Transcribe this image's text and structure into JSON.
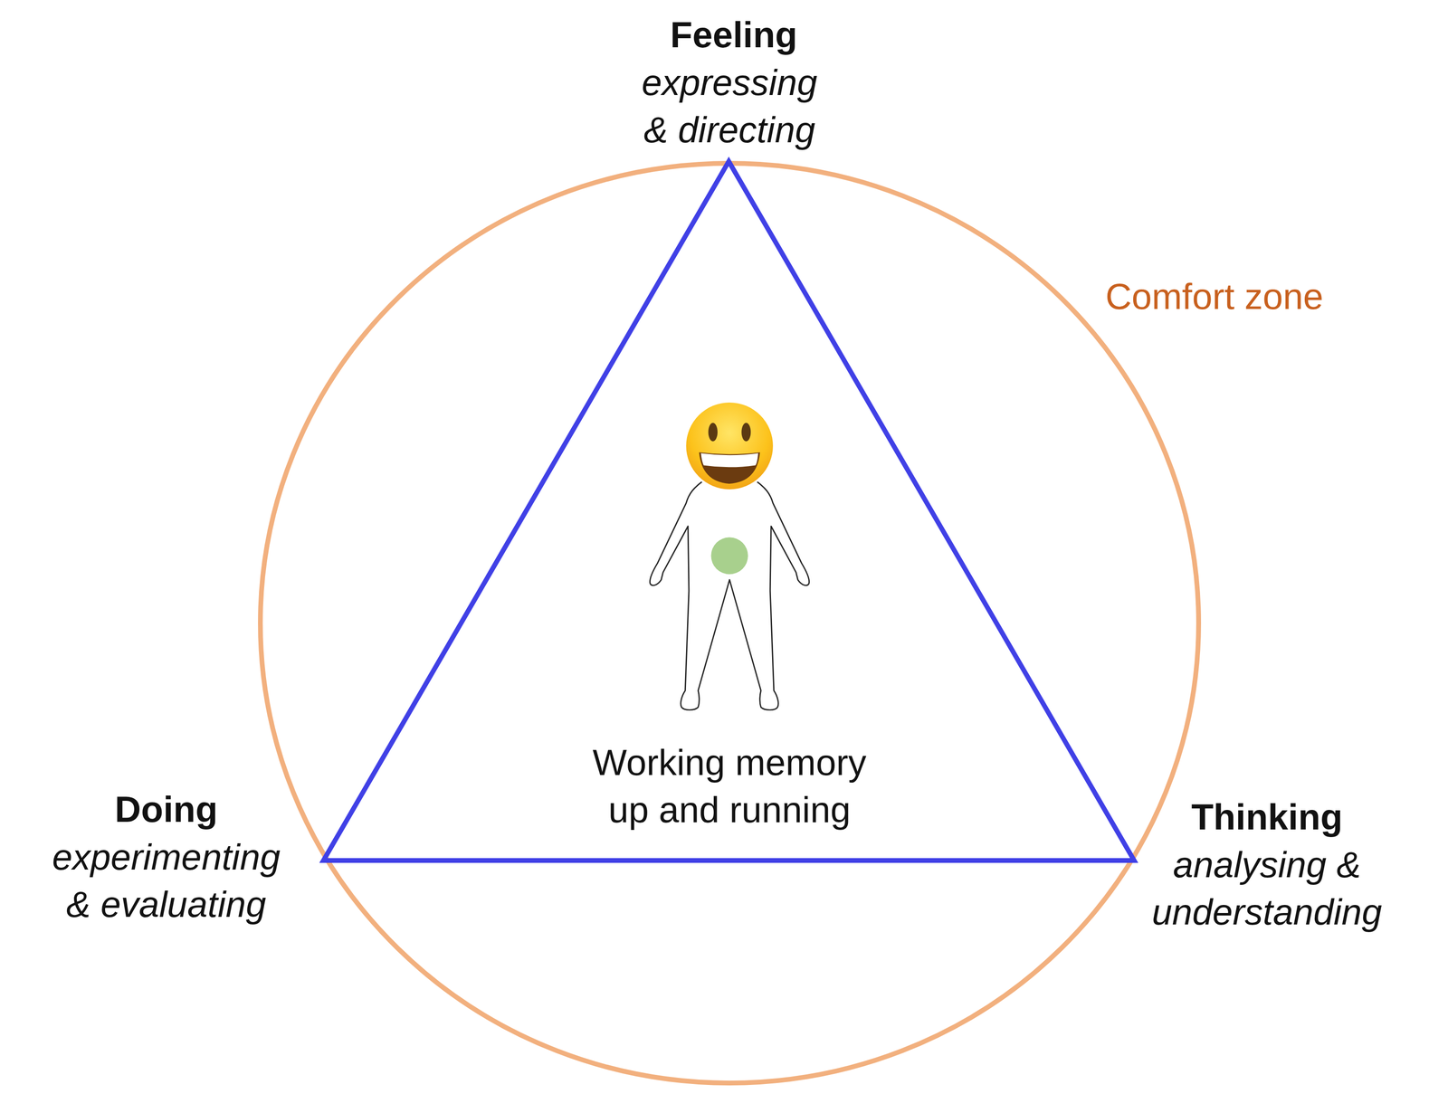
{
  "diagram": {
    "nodes": [
      {
        "text": [
          "Comfort zone"
        ]
      },
      {
        "text": [
          "Working memory up and running"
        ],
        "in": 0
      }
    ],
    "labels": [
      "Feeling",
      "expressing & directing",
      "Doing",
      "experimenting & evaluating",
      "Thinking",
      "analysing & understanding"
    ]
  }
}
